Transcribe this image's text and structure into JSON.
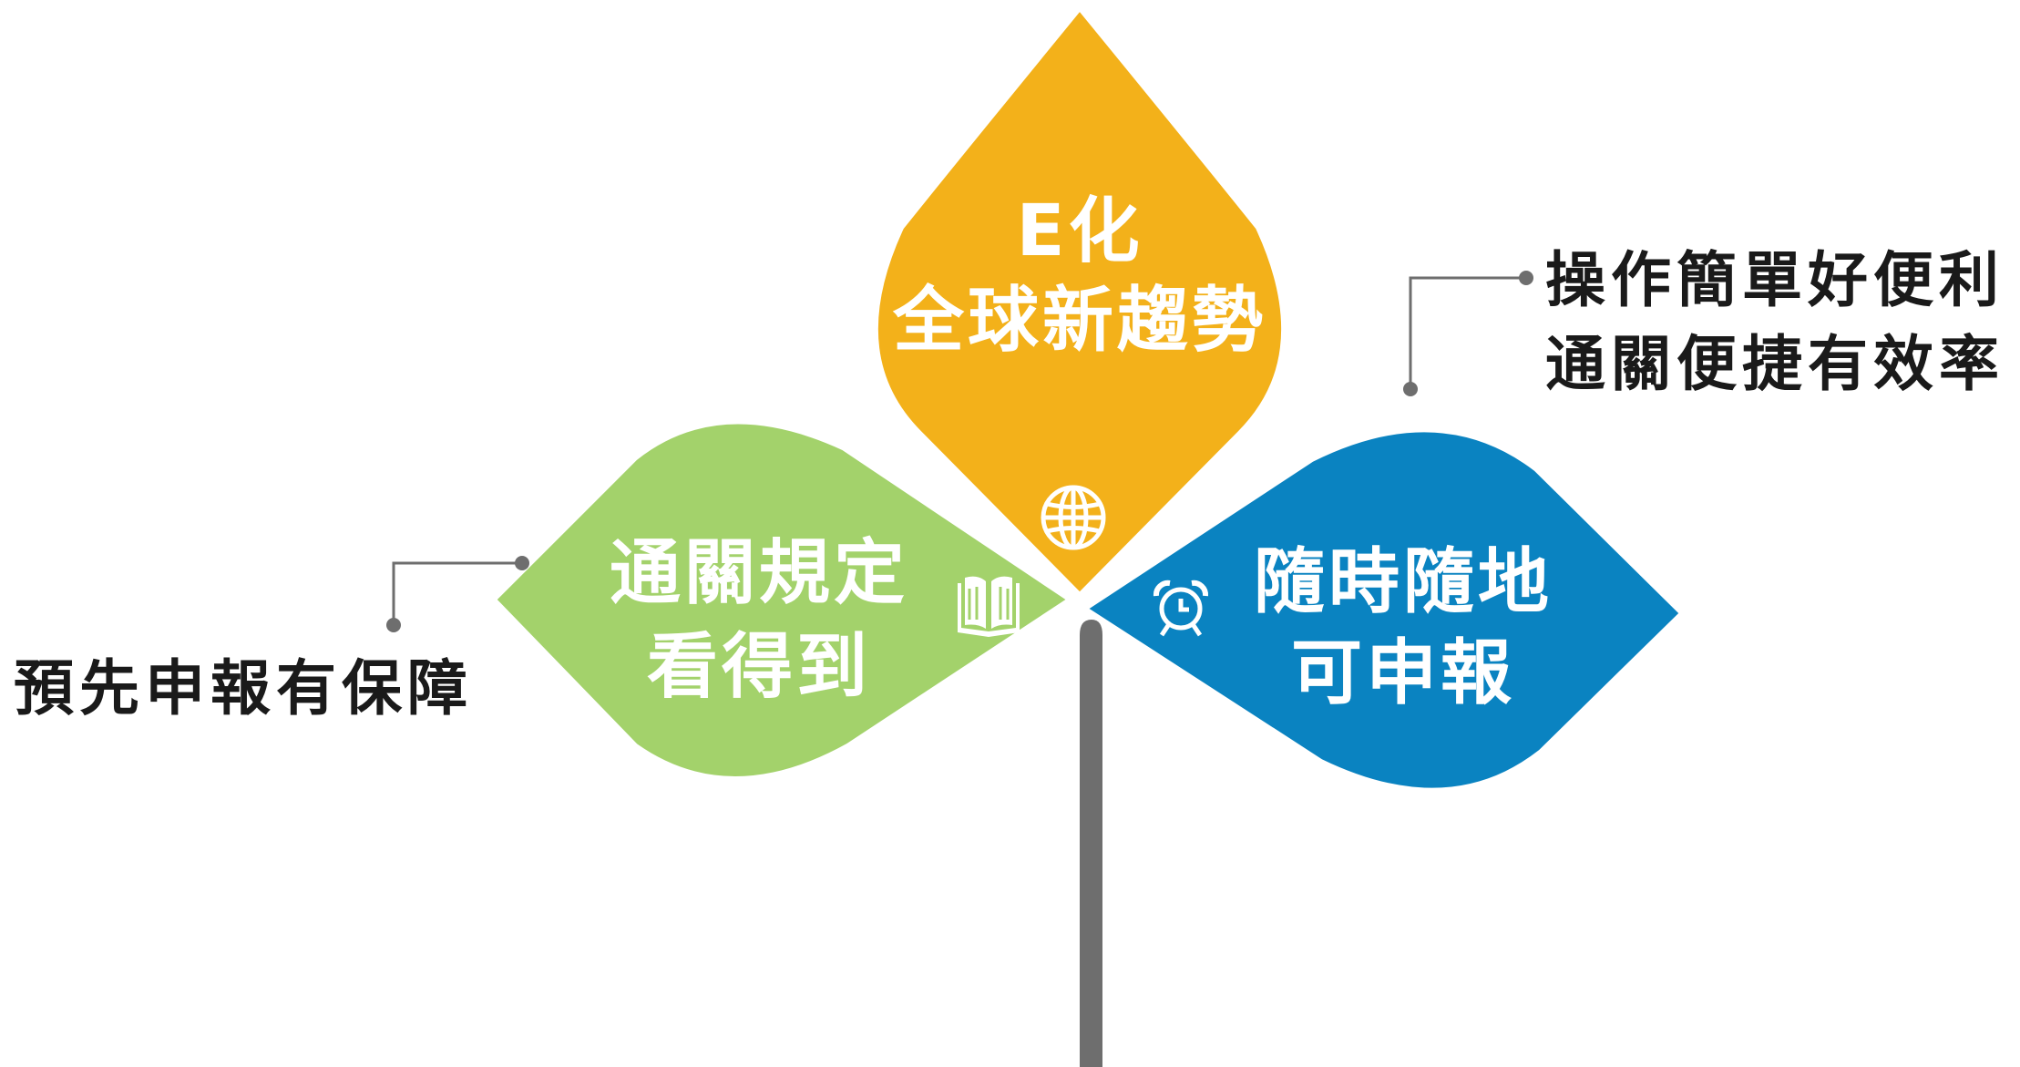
{
  "colors": {
    "top_petal": "#F3B11A",
    "left_petal": "#A3D26B",
    "right_petal": "#0A83C1",
    "stem": "#6E6E6E",
    "connector": "#6E6E6E",
    "callout_text": "#1A1A1A"
  },
  "petals": {
    "top": {
      "line1": "E化",
      "line2": "全球新趨勢",
      "icon": "globe-icon"
    },
    "left": {
      "line1": "通關規定",
      "line2": "看得到",
      "icon": "book-icon"
    },
    "right": {
      "line1": "隨時隨地",
      "line2": "可申報",
      "icon": "alarm-clock-icon"
    }
  },
  "callouts": {
    "left": {
      "line1": "預先申報有保障"
    },
    "right": {
      "line1": "操作簡單好便利",
      "line2": "通關便捷有效率"
    }
  }
}
